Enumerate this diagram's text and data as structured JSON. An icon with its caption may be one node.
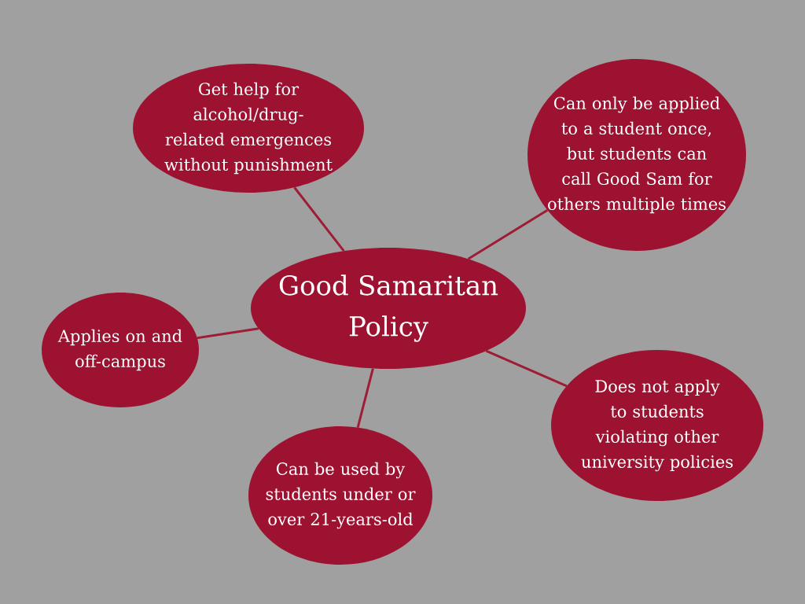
{
  "diagram": {
    "nodes": [
      {
        "text": [
          "Good Samaritan Policy"
        ]
      },
      {
        "text": [
          "Get help for alcohol/drug-related emergences without punishment"
        ]
      },
      {
        "text": [
          "Can only be applied to a student once, but students can call Good Sam for others multiple times"
        ]
      },
      {
        "text": [
          "Applies on and off-campus"
        ]
      },
      {
        "text": [
          "Can be used by students under or over 21-years-old"
        ]
      },
      {
        "text": [
          "Does not apply to students violating other university policies"
        ]
      }
    ],
    "edges": [
      {
        "from": 0,
        "to": 1,
        "arrow": "none"
      },
      {
        "from": 0,
        "to": 2,
        "arrow": "none"
      },
      {
        "from": 0,
        "to": 3,
        "arrow": "none"
      },
      {
        "from": 0,
        "to": 4,
        "arrow": "none"
      },
      {
        "from": 0,
        "to": 5,
        "arrow": "none"
      }
    ]
  }
}
